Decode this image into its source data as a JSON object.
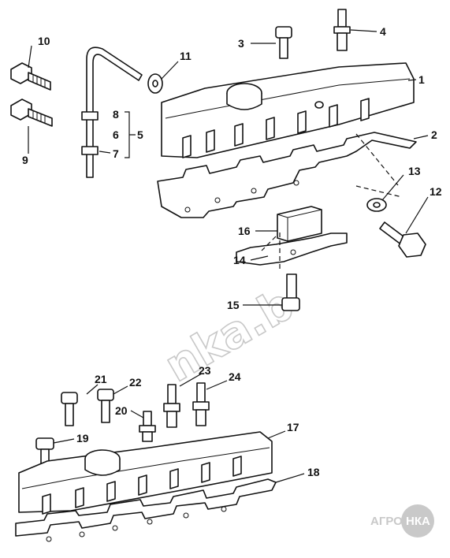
{
  "watermark": {
    "text": "nka.b"
  },
  "logo": {
    "left": "АГРО",
    "right": "НКА"
  },
  "callouts": {
    "c1": "1",
    "c2": "2",
    "c3": "3",
    "c4": "4",
    "c5": "5",
    "c6": "6",
    "c7": "7",
    "c8": "8",
    "c9": "9",
    "c10": "10",
    "c11": "11",
    "c12": "12",
    "c13": "13",
    "c14": "14",
    "c15": "15",
    "c16": "16",
    "c17": "17",
    "c18": "18",
    "c19": "19",
    "c20": "20",
    "c21": "21",
    "c22": "22",
    "c23": "23",
    "c24": "24"
  }
}
